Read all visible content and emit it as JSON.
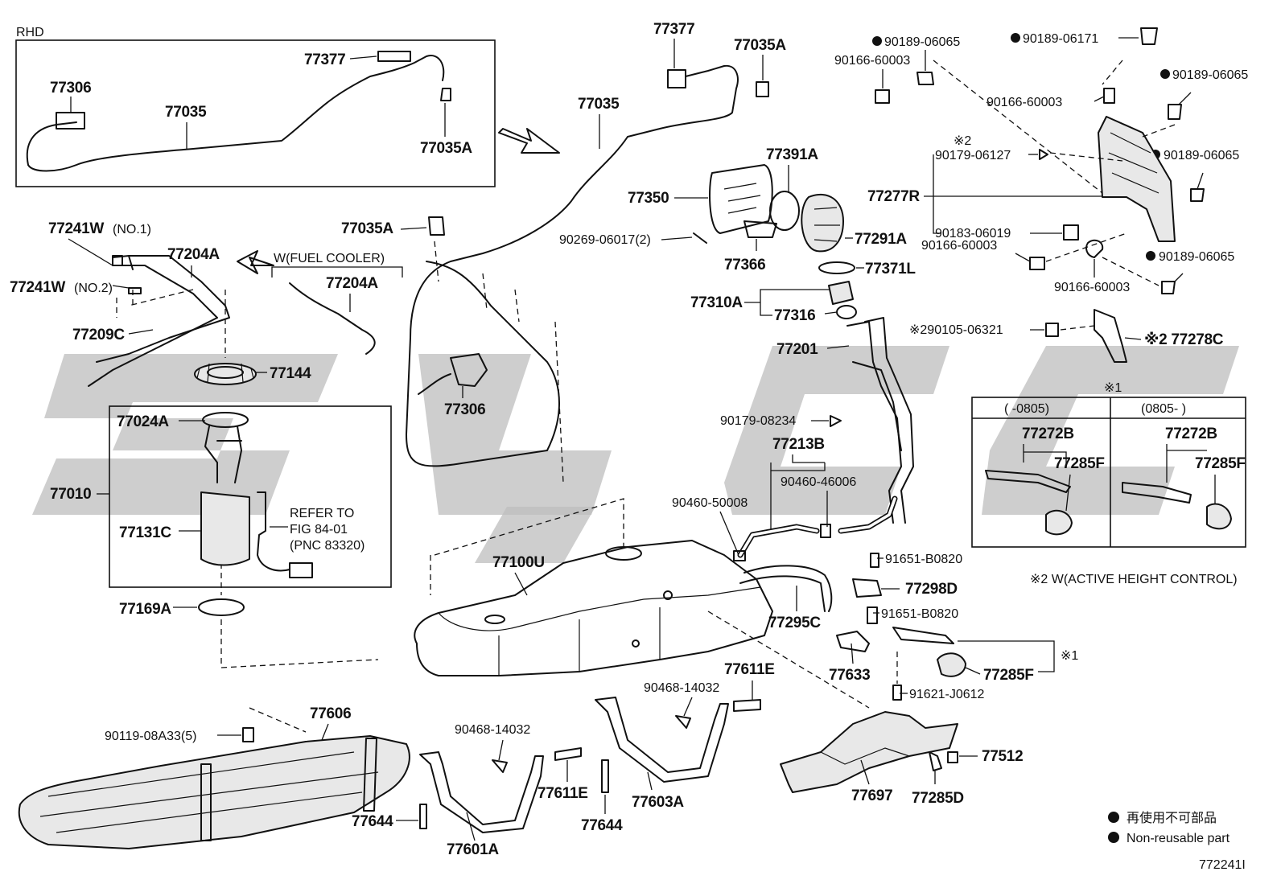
{
  "labels": {
    "rhd": "RHD",
    "p77377_inset": "77377",
    "p77306_inset": "77306",
    "p77035_inset": "77035",
    "p77035A_inset": "77035A",
    "p77377": "77377",
    "p77035A_top": "77035A",
    "p77035": "77035",
    "p77391A": "77391A",
    "p77350": "77350",
    "p90269": "90269-06017(2)",
    "p77366": "77366",
    "p77291A": "77291A",
    "p77371L": "77371L",
    "p77310A": "77310A",
    "p77316": "77316",
    "p77201": "77201",
    "p90179_08234": "90179-08234",
    "p77213B": "77213B",
    "p90460_46006": "90460-46006",
    "p90460_50008": "90460-50008",
    "p91651_a": "91651-B0820",
    "p77298D": "77298D",
    "p91651_b": "91651-B0820",
    "p77295C": "77295C",
    "p77633": "77633",
    "p77285F_main": "77285F",
    "p91621": "91621-J0612",
    "ref1_main": "※1",
    "p77100U": "77100U",
    "p77035A_mid": "77035A",
    "p77306": "77306",
    "p77241W1": "77241W",
    "no1": "(NO.1)",
    "p77204A": "77204A",
    "wfuel": "W(FUEL COOLER)",
    "p77204A_b": "77204A",
    "p77241W2": "77241W",
    "no2": "(NO.2)",
    "p77209C": "77209C",
    "p77144": "77144",
    "p77024A": "77024A",
    "p77010": "77010",
    "p77131C": "77131C",
    "refer1": "REFER TO",
    "refer2": "FIG 84-01",
    "refer3": "(PNC 83320)",
    "p77169A": "77169A",
    "p90189_06065_a": "90189-06065",
    "p90166_60003_a": "90166-60003",
    "p90189_06171": "90189-06171",
    "p90189_06065_b": "90189-06065",
    "p90166_60003_b": "90166-60003",
    "ref2_a": "※2",
    "p90179_06127": "90179-06127",
    "p90189_06065_c": "90189-06065",
    "p77277R": "77277R",
    "p90183": "90183-06019",
    "p90166_60003_c": "90166-60003",
    "p90189_06065_d": "90189-06065",
    "p90166_60003_d": "90166-60003",
    "p90105": "※290105-06321",
    "p77278C": "※2 77278C",
    "ref1_box": "※1",
    "col1": "(      -0805)",
    "col2": "(0805-      )",
    "p77272B_1": "77272B",
    "p77285F_1": "77285F",
    "p77272B_2": "77272B",
    "p77285F_2": "77285F",
    "wactive": "※2 W(ACTIVE HEIGHT CONTROL)",
    "p77606": "77606",
    "p90119": "90119-08A33(5)",
    "p90468_a": "90468-14032",
    "p77611E_a": "77611E",
    "p77644_a": "77644",
    "p77601A": "77601A",
    "p90468_b": "90468-14032",
    "p77611E_b": "77611E",
    "p77644_b": "77644",
    "p77603A": "77603A",
    "p77512": "77512",
    "p77697": "77697",
    "p77285D": "77285D",
    "legend_jp": "再使用不可部品",
    "legend_en": "Non-reusable part",
    "figure_id": "772241I"
  },
  "colors": {
    "ink": "#111111",
    "watermark": "#bdbdbd",
    "background": "#ffffff"
  }
}
